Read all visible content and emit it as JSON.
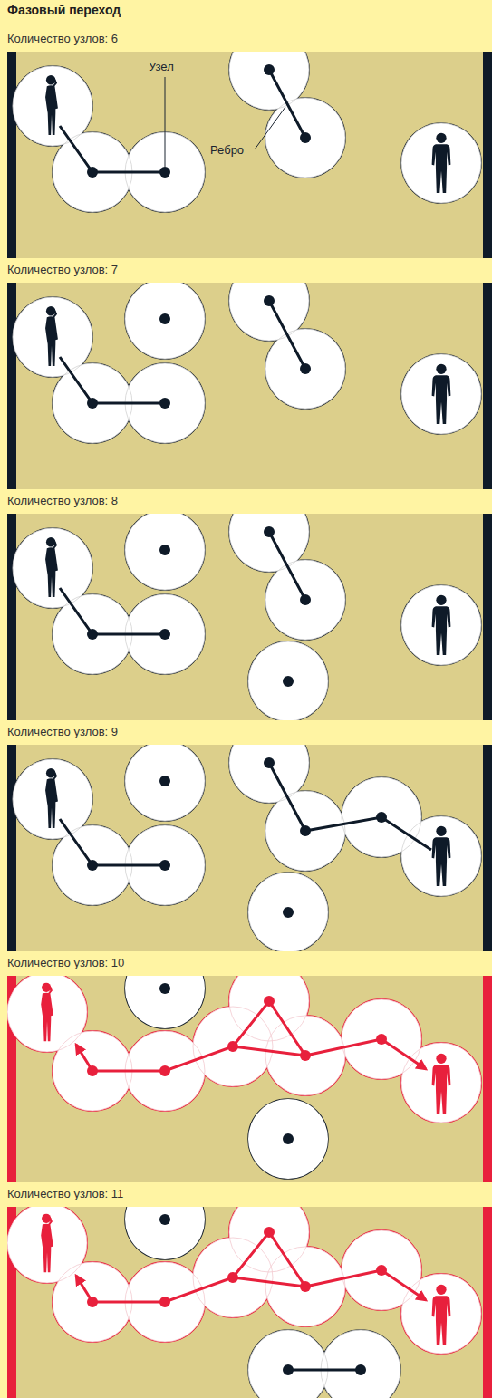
{
  "diagram": {
    "title": "Фазовый переход",
    "nodes": [
      {
        "text": [
          "Количество узлов: 6"
        ]
      },
      {
        "text": [
          "Количество узлов: 7"
        ]
      },
      {
        "text": [
          "Количество узлов: 8"
        ]
      },
      {
        "text": [
          "Количество узлов: 9"
        ]
      },
      {
        "text": [
          "Количество узлов: 10"
        ]
      },
      {
        "text": [
          "Количество узлов: 11"
        ]
      }
    ],
    "labels": [
      "Узел",
      "Ребро"
    ]
  }
}
